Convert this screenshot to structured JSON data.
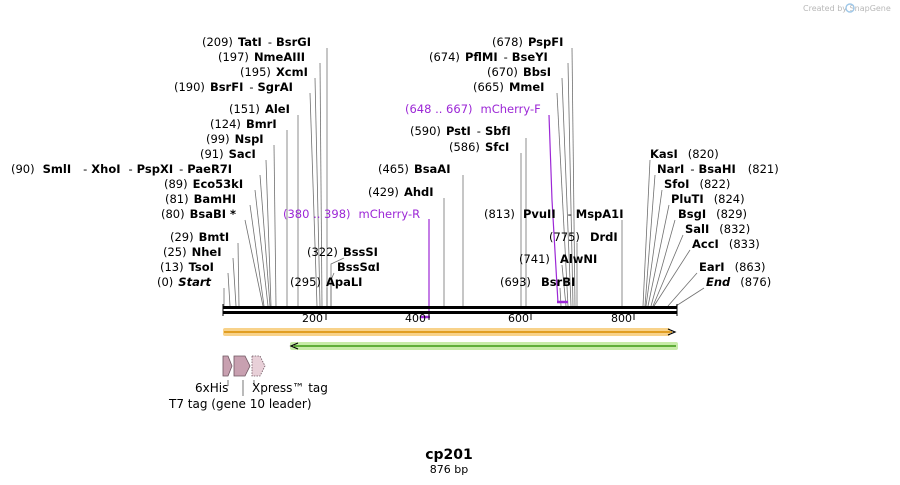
{
  "watermark": "Created by SnapGene",
  "plasmid": {
    "name": "cp201",
    "size_label": "876 bp"
  },
  "ruler": {
    "ticks": [
      "200",
      "400",
      "600",
      "800"
    ]
  },
  "colors": {
    "primer": "#9c27d6",
    "forward_feature": "#f5a623",
    "reverse_feature": "#5cb82e",
    "tag": "#c8a0b0"
  },
  "sites": [
    {
      "pos": "(209)",
      "name": "TatI",
      "sep": "-",
      "name2": "BsrGI"
    },
    {
      "pos": "(197)",
      "name": "NmeAIII"
    },
    {
      "pos": "(195)",
      "name": "XcmI"
    },
    {
      "pos": "(190)",
      "name": "BsrFI",
      "sep": "-",
      "name2": "SgrAI"
    },
    {
      "pos": "(151)",
      "name": "AleI"
    },
    {
      "pos": "(124)",
      "name": "BmrI"
    },
    {
      "pos": "(99)",
      "name": "NspI"
    },
    {
      "pos": "(91)",
      "name": "SacI"
    },
    {
      "pos": "(90)",
      "name": "SmlI",
      "sep": "-",
      "name2": "XhoI",
      "sep2": "-",
      "name3": "PspXI",
      "sep3": "-",
      "name4": "PaeR7I"
    },
    {
      "pos": "(89)",
      "name": "Eco53kI"
    },
    {
      "pos": "(81)",
      "name": "BamHI"
    },
    {
      "pos": "(80)",
      "name": "BsaBI *"
    },
    {
      "pos": "(29)",
      "name": "BmtI"
    },
    {
      "pos": "(25)",
      "name": "NheI"
    },
    {
      "pos": "(13)",
      "name": "TsoI"
    },
    {
      "pos": "(0)",
      "name": "Start"
    },
    {
      "pos": "(322)",
      "name": "BssSI"
    },
    {
      "pos": "",
      "name": "BssSαI"
    },
    {
      "pos": "(295)",
      "name": "ApaLI"
    },
    {
      "pos": "(465)",
      "name": "BsaAI"
    },
    {
      "pos": "(429)",
      "name": "AhdI"
    },
    {
      "pos": "(678)",
      "name": "PspFI"
    },
    {
      "pos": "(674)",
      "name": "PflMI",
      "sep": "-",
      "name2": "BseYI"
    },
    {
      "pos": "(670)",
      "name": "BbsI"
    },
    {
      "pos": "(665)",
      "name": "MmeI"
    },
    {
      "pos": "(590)",
      "name": "PstI",
      "sep": "-",
      "name2": "SbfI"
    },
    {
      "pos": "(586)",
      "name": "SfcI"
    },
    {
      "pos": "(813)",
      "name": "PvuII",
      "sep": "-",
      "name2": "MspA1I"
    },
    {
      "pos": "(775)",
      "name": "DrdI"
    },
    {
      "pos": "(741)",
      "name": "AlwNI"
    },
    {
      "pos": "(693)",
      "name": "BsrBI"
    },
    {
      "pos": "(820)",
      "name": "KasI"
    },
    {
      "pos": "(821)",
      "name": "NarI",
      "sep": "-",
      "name2": "BsaHI"
    },
    {
      "pos": "(822)",
      "name": "SfoI"
    },
    {
      "pos": "(824)",
      "name": "PluTI"
    },
    {
      "pos": "(829)",
      "name": "BsgI"
    },
    {
      "pos": "(832)",
      "name": "SalI"
    },
    {
      "pos": "(833)",
      "name": "AccI"
    },
    {
      "pos": "(863)",
      "name": "EarI"
    },
    {
      "pos": "(876)",
      "name": "End"
    }
  ],
  "primers": [
    {
      "range": "(380 .. 398)",
      "name": "mCherry-R"
    },
    {
      "range": "(648 .. 667)",
      "name": "mCherry-F"
    }
  ],
  "features": {
    "tags": [
      "6xHis",
      "Xpress™ tag",
      "T7 tag (gene 10 leader)"
    ]
  }
}
